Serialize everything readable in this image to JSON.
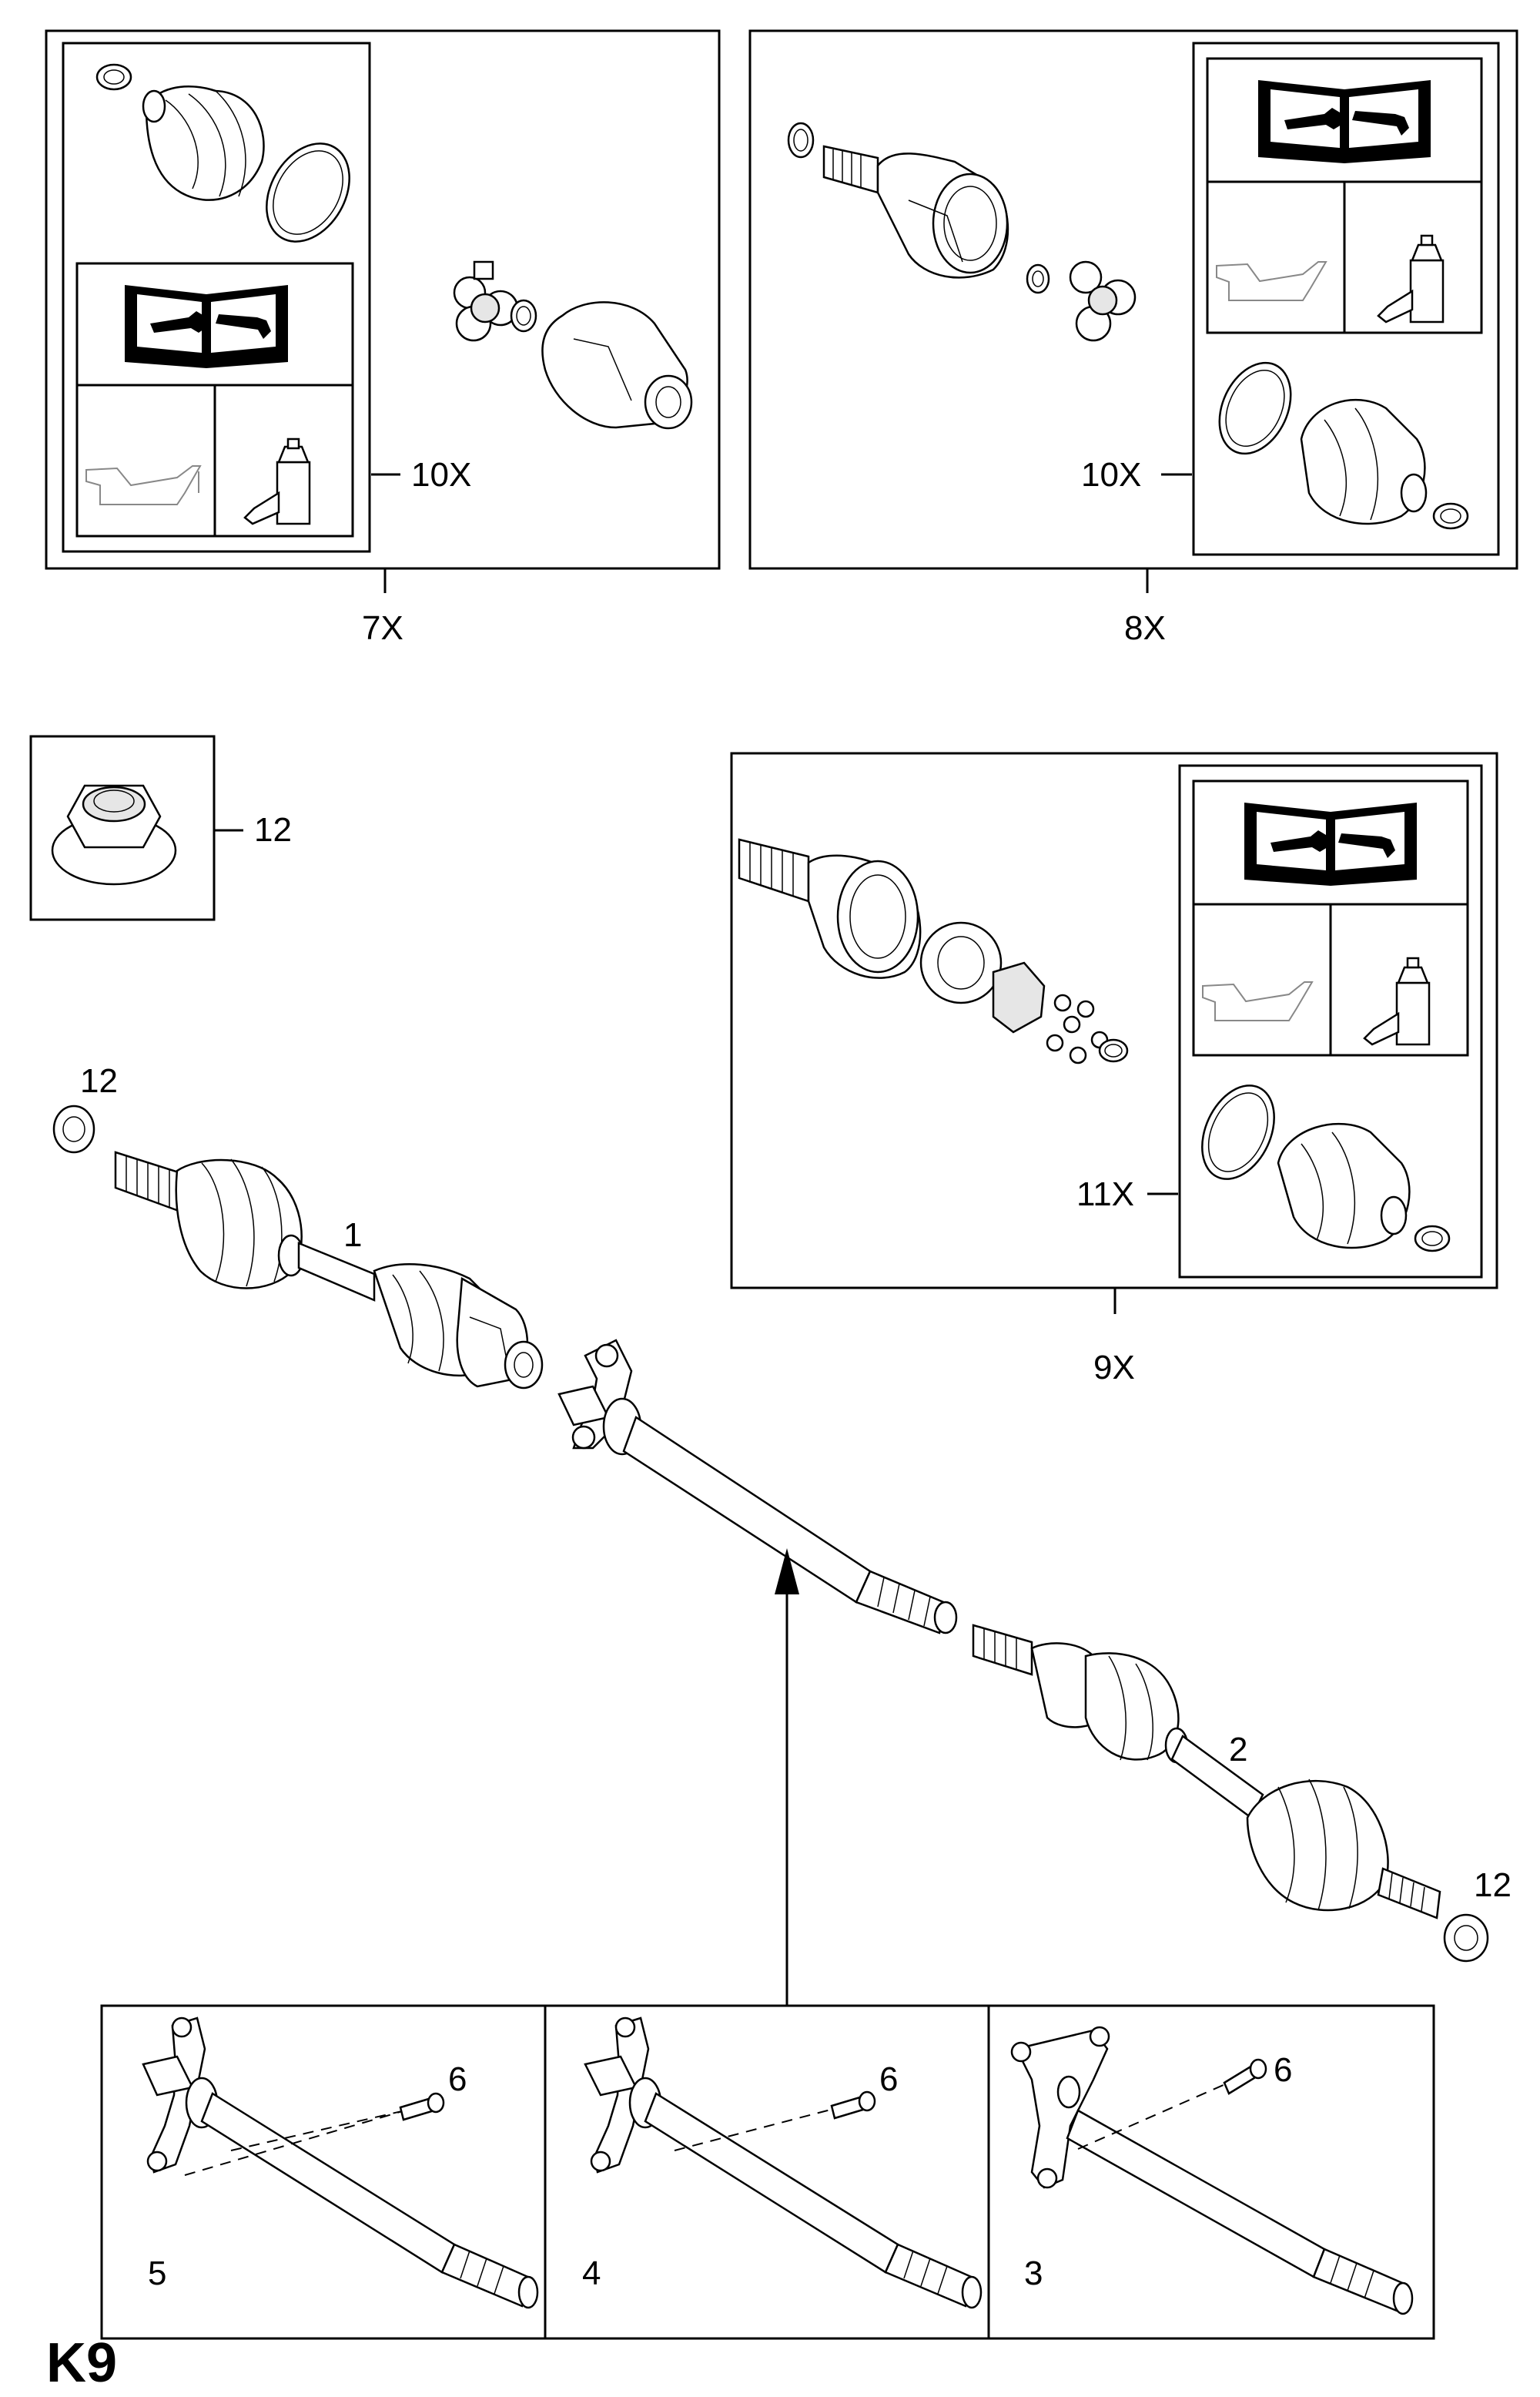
{
  "page_code": "K9",
  "callouts": {
    "assy_7x": "7X",
    "assy_8x": "8X",
    "assy_9x": "9X",
    "kit_10x_left": "10X",
    "kit_10x_right": "10X",
    "kit_11x": "11X",
    "nut_box": "12",
    "nut_left": "12",
    "nut_right": "12",
    "shaft_left": "1",
    "shaft_right": "2",
    "variant_a": "5",
    "variant_b": "4",
    "variant_c": "3",
    "bolt_a": "6",
    "bolt_b": "6",
    "bolt_c": "6"
  }
}
